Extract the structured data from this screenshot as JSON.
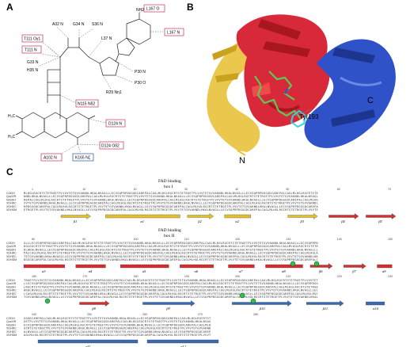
{
  "panels": {
    "a": "A",
    "b": "B",
    "c": "C"
  },
  "panel_a": {
    "boxed_labels": [
      {
        "text": "L167 O",
        "color": "#d14a78"
      },
      {
        "text": "L167 N",
        "color": "#d14a78"
      },
      {
        "text": "T111 Oγ1",
        "color": "#d14a78"
      },
      {
        "text": "T111 N",
        "color": "#d14a78"
      },
      {
        "text": "N115 Nδ2",
        "color": "#d14a78"
      },
      {
        "text": "D124 N",
        "color": "#d14a78"
      },
      {
        "text": "D124 Oδ2",
        "color": "#d14a78"
      },
      {
        "text": "A102 N",
        "color": "#d14a78"
      },
      {
        "text": "K165 Nζ",
        "color": "#3a6ab0"
      }
    ],
    "plain_labels": [
      "A32 N",
      "G34 N",
      "S36 N",
      "L37 N",
      "G33 N",
      "H35 N",
      "P30 N",
      "P30 O",
      "R29 Nη1",
      "NH2"
    ]
  },
  "panel_b": {
    "n_label": "N",
    "c_label": "C",
    "residue_label": "Tyr193"
  },
  "panel_c": {
    "box1_label": [
      "FAD binding",
      "box I"
    ],
    "box2_label": [
      "FAD binding",
      "box II"
    ],
    "sequence_names": [
      "CODH",
      "QuoOR",
      "NdoDH",
      "XDHRC",
      "XDHEC",
      "XDHDM"
    ],
    "row1": {
      "numbers": [
        "1",
        "10",
        "20",
        "30",
        "40",
        "50",
        "60",
        "70"
      ],
      "ss": [
        {
          "label": "β1",
          "kind": "strand",
          "color": "#e3c12a"
        },
        {
          "label": "α1",
          "kind": "helix",
          "color": "#e3c12a"
        },
        {
          "label": "β2",
          "kind": "strand",
          "color": "#e3c12a"
        },
        {
          "label": "α2",
          "kind": "helix",
          "color": "#e3c12a"
        },
        {
          "label": "β3",
          "kind": "strand",
          "color": "#e3c12a"
        },
        {
          "label": "β4",
          "kind": "strand",
          "color": "#d03030"
        },
        {
          "label": "β5",
          "kind": "strand",
          "color": "#d03030"
        }
      ]
    },
    "row2": {
      "numbers": [
        "80",
        "90",
        "100",
        "110",
        "120",
        "130",
        "140",
        "150"
      ],
      "ss": [
        {
          "label": "α3",
          "kind": "helix",
          "color": "#d03030"
        },
        {
          "label": "α4",
          "kind": "helix",
          "color": "#d03030"
        },
        {
          "label": "α5",
          "kind": "helix",
          "color": "#d03030"
        },
        {
          "label": "α6",
          "kind": "helix",
          "color": "#d03030"
        },
        {
          "label": "α7",
          "kind": "helix",
          "color": "#d03030"
        },
        {
          "label": "α8",
          "kind": "helix",
          "color": "#d03030"
        },
        {
          "label": "β6",
          "kind": "strand",
          "color": "#d03030"
        },
        {
          "label": "β7",
          "kind": "strand",
          "color": "#d03030"
        },
        {
          "label": "α9",
          "kind": "helix",
          "color": "#d03030"
        }
      ]
    },
    "row3": {
      "numbers": [
        "160",
        "170",
        "180",
        "190",
        "200",
        "210",
        "220",
        "230"
      ],
      "ss": [
        {
          "label": "β8",
          "kind": "strand",
          "color": "#d03030"
        },
        {
          "label": "β9",
          "kind": "strand",
          "color": "#3a6ab0"
        },
        {
          "label": "β10",
          "kind": "strand",
          "color": "#3a6ab0"
        },
        {
          "label": "β11",
          "kind": "strand",
          "color": "#3a6ab0"
        },
        {
          "label": "α10",
          "kind": "helix",
          "color": "#3a6ab0"
        }
      ]
    },
    "row4": {
      "numbers": [
        "240",
        "250",
        "260",
        "270",
        "280"
      ],
      "ss": [
        {
          "label": "α11",
          "kind": "helix",
          "color": "#3a6ab0"
        },
        {
          "label": "α12",
          "kind": "helix",
          "color": "#3a6ab0"
        }
      ]
    }
  }
}
